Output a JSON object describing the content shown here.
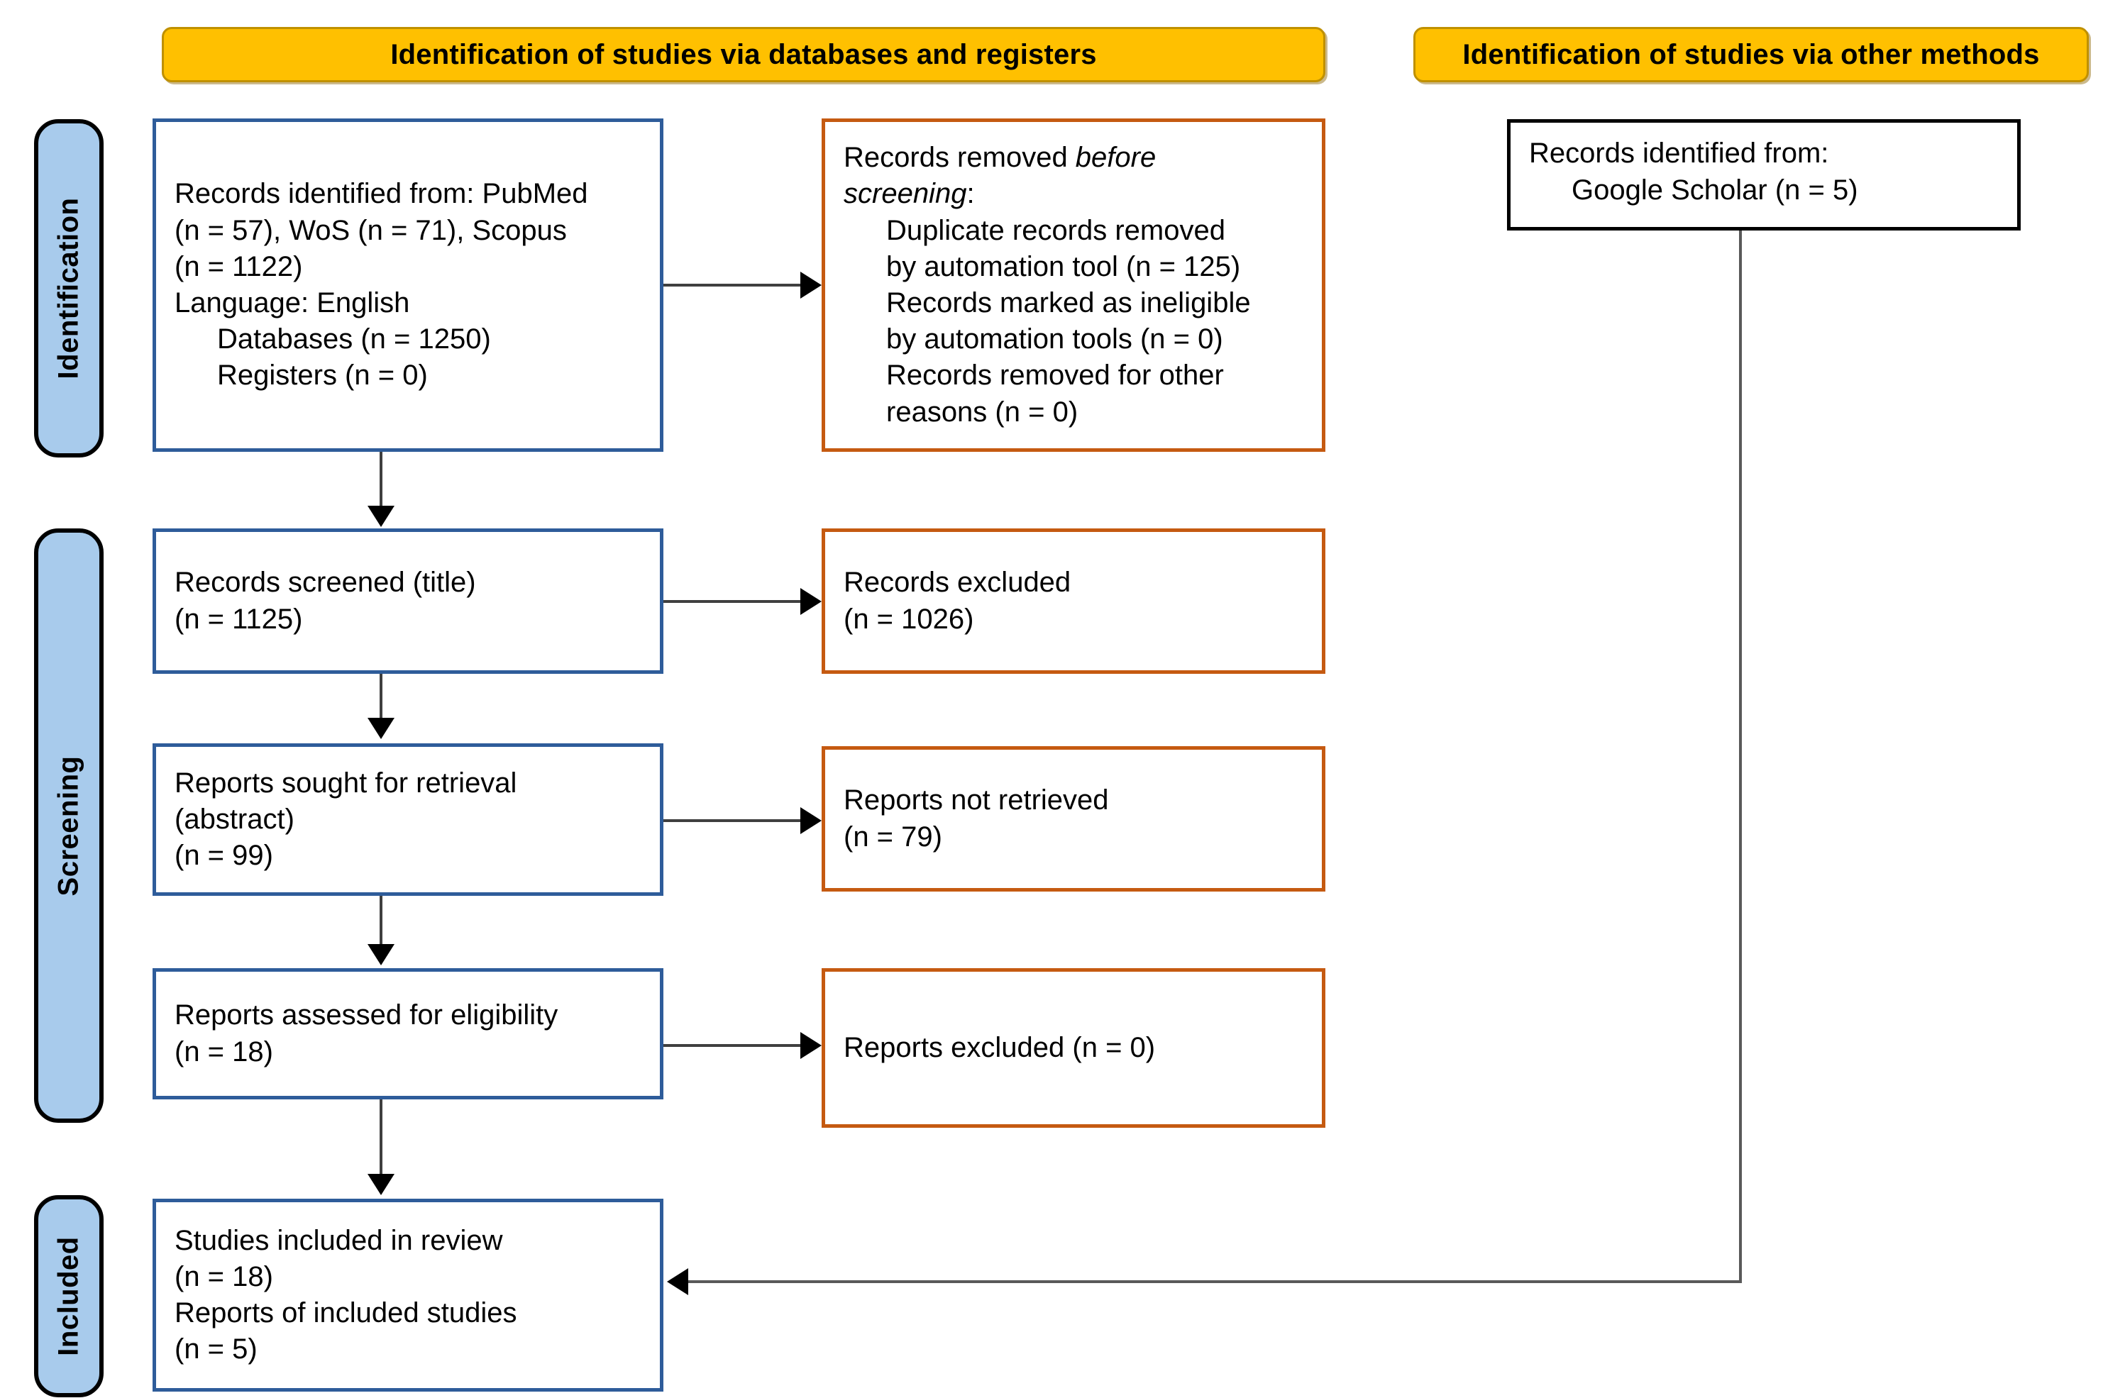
{
  "diagram": {
    "title": "PRISMA 2020 flow diagram",
    "colors": {
      "banner_fill": "#FFC000",
      "banner_border": "#BF9000",
      "stage_pill_fill": "#A8CBEC",
      "stage_pill_border": "#000000",
      "primary_box_border": "#2E5C9A",
      "exclusion_box_border": "#C55A11",
      "other_methods_box_border": "#000000",
      "connector": "#3F3F3F",
      "text": "#000000"
    }
  },
  "banners": {
    "databases": "Identification of studies via databases and registers",
    "other_methods": "Identification of studies via other methods"
  },
  "stages": [
    {
      "id": "identification",
      "label": "Identification"
    },
    {
      "id": "screening",
      "label": "Screening"
    },
    {
      "id": "included",
      "label": "Included"
    }
  ],
  "nodes": {
    "records_identified": {
      "name": "records-identified-databases",
      "lines": [
        "Records identified from: PubMed",
        "(n = 57), WoS (n = 71), Scopus",
        "(n = 1122)",
        "Language: English"
      ],
      "indented": [
        "Databases (n = 1250)",
        "Registers (n = 0)"
      ]
    },
    "records_removed": {
      "name": "records-removed-before-screening",
      "head_plain": "Records removed ",
      "head_italic_1": "before",
      "head_italic_2": "screening",
      "head_colon": ":",
      "indented": [
        "Duplicate records removed",
        "by automation tool (n = 125)",
        "Records marked as ineligible",
        "by automation tools (n = 0)",
        "Records removed for other",
        "reasons (n = 0)"
      ]
    },
    "records_screened": {
      "name": "records-screened",
      "lines": [
        "Records screened (title)",
        "(n = 1125)"
      ]
    },
    "records_excluded": {
      "name": "records-excluded",
      "lines": [
        "Records excluded",
        "(n = 1026)"
      ]
    },
    "reports_sought": {
      "name": "reports-sought-for-retrieval",
      "lines": [
        "Reports sought for retrieval",
        "(abstract)",
        "(n = 99)"
      ]
    },
    "reports_not_retrieved": {
      "name": "reports-not-retrieved",
      "lines": [
        "Reports not retrieved",
        "(n = 79)"
      ]
    },
    "reports_assessed": {
      "name": "reports-assessed-for-eligibility",
      "lines": [
        "Reports assessed for eligibility",
        "(n = 18)"
      ]
    },
    "reports_excluded": {
      "name": "reports-excluded",
      "lines": [
        "Reports excluded (n = 0)"
      ]
    },
    "studies_included": {
      "name": "studies-included-in-review",
      "lines": [
        "Studies included in review",
        "(n = 18)",
        "Reports of included studies",
        "(n = 5)"
      ]
    },
    "other_identified": {
      "name": "records-identified-other-methods",
      "lines": [
        "Records identified from:"
      ],
      "indented": [
        "Google Scholar (n = 5)"
      ]
    }
  },
  "chart_data": {
    "type": "flow",
    "title": "PRISMA 2020 flow diagram",
    "columns": [
      "Identification of studies via databases and registers",
      "Identification of studies via other methods"
    ],
    "stages": [
      "Identification",
      "Screening",
      "Included"
    ],
    "counts": {
      "pubmed": 57,
      "wos": 71,
      "scopus": 1122,
      "databases_total": 1250,
      "registers": 0,
      "duplicates_removed_by_automation": 125,
      "marked_ineligible_by_automation": 0,
      "removed_other_reasons": 0,
      "records_screened_title": 1125,
      "records_excluded": 1026,
      "reports_sought_abstract": 99,
      "reports_not_retrieved": 79,
      "reports_assessed_eligibility": 18,
      "reports_excluded": 0,
      "studies_included_in_review": 18,
      "reports_of_included_studies": 5,
      "google_scholar": 5
    },
    "edges": [
      {
        "from": "records_identified",
        "to": "records_removed",
        "direction": "right"
      },
      {
        "from": "records_identified",
        "to": "records_screened",
        "direction": "down"
      },
      {
        "from": "records_screened",
        "to": "records_excluded",
        "direction": "right"
      },
      {
        "from": "records_screened",
        "to": "reports_sought",
        "direction": "down"
      },
      {
        "from": "reports_sought",
        "to": "reports_not_retrieved",
        "direction": "right"
      },
      {
        "from": "reports_sought",
        "to": "reports_assessed",
        "direction": "down"
      },
      {
        "from": "reports_assessed",
        "to": "reports_excluded",
        "direction": "right"
      },
      {
        "from": "reports_assessed",
        "to": "studies_included",
        "direction": "down"
      },
      {
        "from": "other_identified",
        "to": "studies_included",
        "direction": "elbow-left"
      }
    ]
  }
}
